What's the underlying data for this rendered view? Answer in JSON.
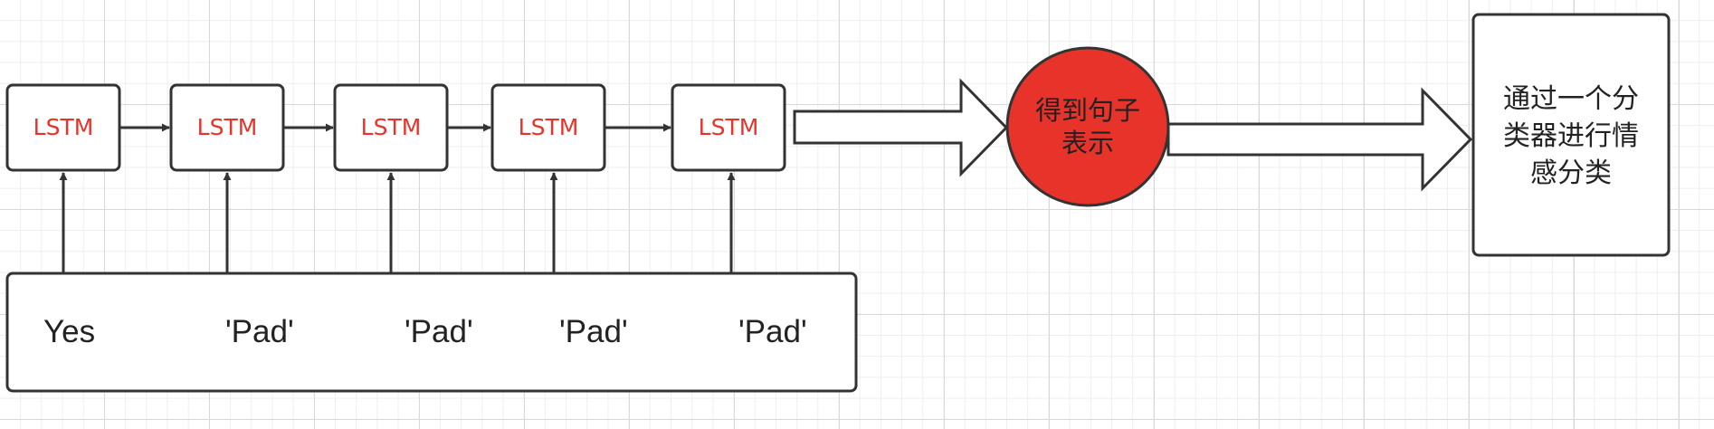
{
  "colors": {
    "stroke": "#333333",
    "lstm_text": "#e8332a",
    "circle_fill": "#e8332a",
    "token_text": "#222222",
    "classifier_text": "#222222"
  },
  "lstm_cells": [
    {
      "label": "LSTM"
    },
    {
      "label": "LSTM"
    },
    {
      "label": "LSTM"
    },
    {
      "label": "LSTM"
    },
    {
      "label": "LSTM"
    }
  ],
  "tokens": [
    {
      "label": "Yes"
    },
    {
      "label": "'Pad'"
    },
    {
      "label": "'Pad'"
    },
    {
      "label": "'Pad'"
    },
    {
      "label": "'Pad'"
    }
  ],
  "sentence_node": {
    "lines": [
      "得到句子",
      "表示"
    ]
  },
  "classifier_node": {
    "lines": [
      "通过一个分",
      "类器进行情",
      "感分类"
    ]
  }
}
